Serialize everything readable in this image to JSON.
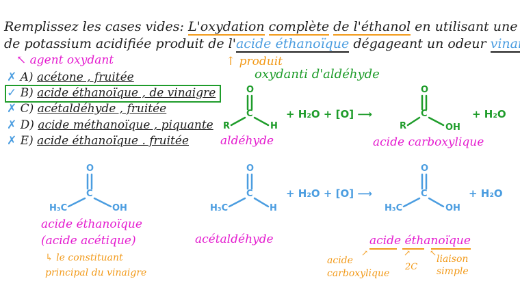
{
  "question": {
    "line1_start": "Remplissez les cases vides: ",
    "line1_u1": "L'oxydation",
    "line1_u2": "complète",
    "line1_u3": "de l'éthanol",
    "line1_end": " en utilisant une solution",
    "line2_start": "de potassium acidifiée produit de l'",
    "line2_blank1": "acide éthanoïque",
    "line2_mid": " dégageant un odeur ",
    "line2_blank2": "vinaigre",
    "line2_end": "."
  },
  "annotations": {
    "agent": "agent oxydant",
    "produit": "produit",
    "oxydation_title": "oxydanti d'aldéhyde"
  },
  "options": [
    {
      "mark": "✗",
      "letter": "A)",
      "text": "acétone , fruitée",
      "correct": false
    },
    {
      "mark": "✓",
      "letter": "B)",
      "text": "acide éthanoïque , de vinaigre",
      "correct": true
    },
    {
      "mark": "✗",
      "letter": "C)",
      "text": "acétaldéhyde , fruitée",
      "correct": false
    },
    {
      "mark": "✗",
      "letter": "D)",
      "text": "acide méthanoïque , piquante",
      "correct": false
    },
    {
      "mark": "✗",
      "letter": "E)",
      "text": "acide éthanoïque . fruitée",
      "correct": false
    }
  ],
  "general_reaction": {
    "reactant": {
      "O": "O",
      "C": "C",
      "left": "R",
      "right": "H"
    },
    "reactant_label": "aldéhyde",
    "reagents": "+ H₂O + [O] ⟶",
    "product": {
      "O": "O",
      "C": "C",
      "left": "R",
      "right": "OH"
    },
    "byproduct": "+ H₂O",
    "product_label": "acide carboxylique"
  },
  "acid_structure": {
    "O": "O",
    "C": "C",
    "left": "H₃C",
    "right": "OH",
    "label1": "acide éthanoïque",
    "label2": "(acide acétique)",
    "note1": "↳ le constituant",
    "note2": "principal du vinaigre"
  },
  "specific_reaction": {
    "reactant": {
      "O": "O",
      "C": "C",
      "left": "H₃C",
      "right": "H"
    },
    "reactant_label": "acétaldéhyde",
    "reagents": "+ H₂O + [O] ⟶",
    "product": {
      "O": "O",
      "C": "C",
      "left": "H₃C",
      "right": "OH"
    },
    "byproduct": "+ H₂O",
    "product_label": "acide éthanoïque",
    "note_acide": "acide",
    "note_carboxylique": "carboxylique",
    "note_2c": "2C",
    "note_liaison": "liaison",
    "note_simple": "simple"
  },
  "colors": {
    "text": "#1e1e1e",
    "magenta": "#e41ccf",
    "orange": "#f29a1a",
    "blue": "#4b9de0",
    "green": "#1e9c2a"
  }
}
